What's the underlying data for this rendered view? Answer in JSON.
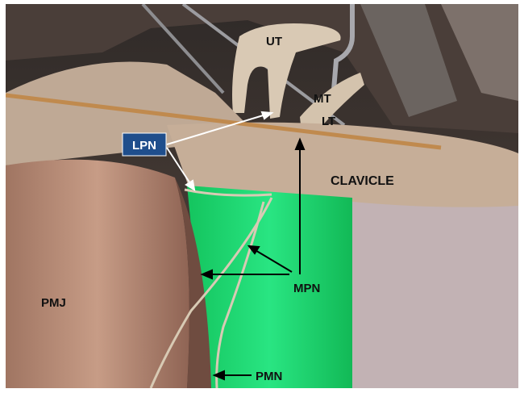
{
  "labels": {
    "ut": "UT",
    "mt": "MT",
    "lt": "LT",
    "lpn": "LPN",
    "clavicle": "CLAVICLE",
    "mpn": "MPN",
    "pmj": "PMJ",
    "pmn": "PMN"
  },
  "colors": {
    "lpn_box": "#1F4E8C",
    "green_sheet": "#1EE07A",
    "background_dark": "#3a302c",
    "tissue": "#c9b7a5"
  }
}
